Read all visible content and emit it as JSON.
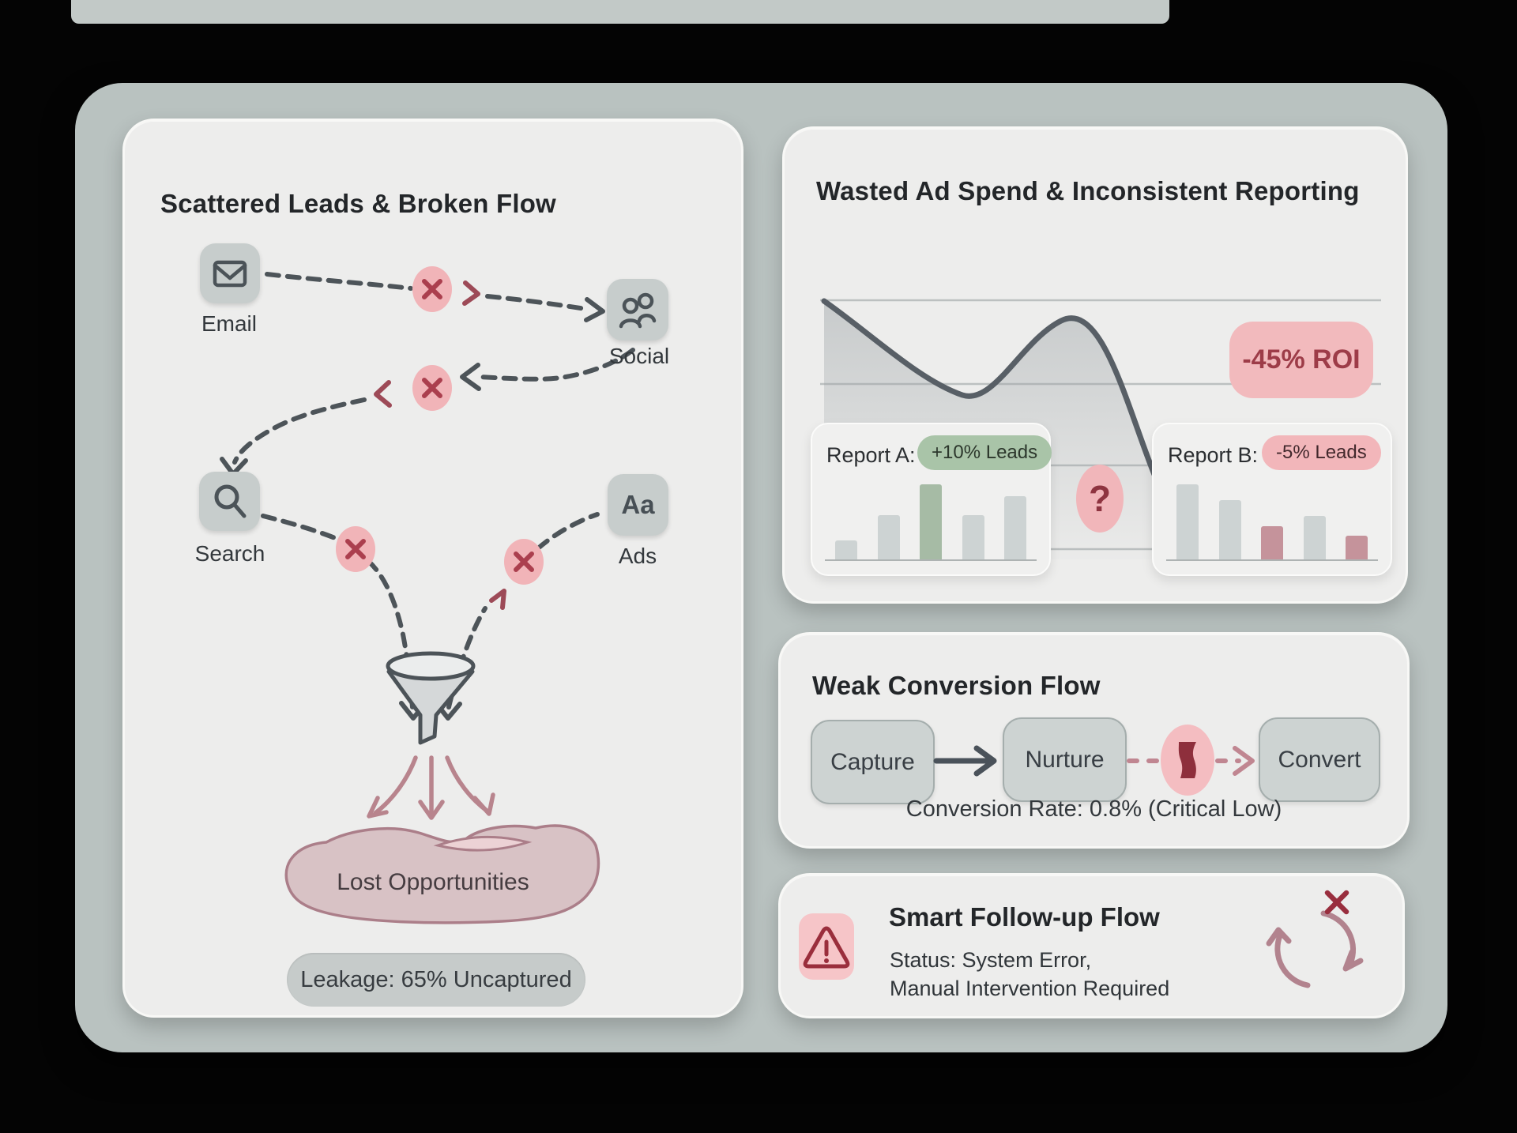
{
  "left_panel": {
    "title": "Scattered Leads & Broken Flow",
    "nodes": [
      {
        "id": "email",
        "label": "Email",
        "icon": "envelope-icon"
      },
      {
        "id": "social",
        "label": "Social",
        "icon": "people-icon"
      },
      {
        "id": "search",
        "label": "Search",
        "icon": "magnifier-icon"
      },
      {
        "id": "ads",
        "label": "Ads",
        "icon": "typography-icon",
        "glyph_text": "Aa"
      }
    ],
    "lost_label": "Lost Opportunities",
    "leakage_label": "Leakage: 65% Uncaptured"
  },
  "ad_panel": {
    "title": "Wasted Ad Spend & Inconsistent Reporting",
    "roi_badge": "-45% ROI",
    "question_mark": "?",
    "reports": [
      {
        "label": "Report A:",
        "badge": "+10% Leads",
        "badge_type": "positive",
        "bars": [
          {
            "h": 24,
            "c": "gray"
          },
          {
            "h": 56,
            "c": "gray"
          },
          {
            "h": 95,
            "c": "green"
          },
          {
            "h": 56,
            "c": "gray"
          },
          {
            "h": 80,
            "c": "gray"
          }
        ]
      },
      {
        "label": "Report B:",
        "badge": "-5% Leads",
        "badge_type": "negative",
        "bars": [
          {
            "h": 95,
            "c": "gray"
          },
          {
            "h": 75,
            "c": "gray"
          },
          {
            "h": 42,
            "c": "red"
          },
          {
            "h": 55,
            "c": "gray"
          },
          {
            "h": 30,
            "c": "red"
          }
        ]
      }
    ]
  },
  "conversion_panel": {
    "title": "Weak Conversion Flow",
    "steps": [
      "Capture",
      "Nurture",
      "Convert"
    ],
    "caption": "Conversion Rate: 0.8% (Critical Low)"
  },
  "followup_panel": {
    "title": "Smart Follow-up Flow",
    "status_line1": "Status: System Error,",
    "status_line2": "Manual Intervention Required"
  },
  "colors": {
    "canvas_black": "#040404",
    "container_bg": "#b9c2c0",
    "panel_bg": "#ededec",
    "tile_gray": "#c7cdcc",
    "ink_dark": "#232629",
    "stroke_gray": "#4d5459",
    "pink_badge_bg": "#f2b7ba",
    "red_accent": "#a93f4d",
    "dark_red": "#8e2f3c",
    "rose_arrow": "#b8848d",
    "green_badge_bg": "#a9c4a8",
    "bar_gray": "#cdd3d3",
    "bar_green": "#a6bba5",
    "bar_red": "#c5939b",
    "blob_fill": "#d8c2c5"
  },
  "chart_data": [
    {
      "id": "roi-trend",
      "type": "line",
      "title": "Wasted Ad Spend & Inconsistent Reporting",
      "annotation": "-45% ROI",
      "x": [
        0,
        1,
        2,
        3,
        4,
        5,
        6,
        7,
        8
      ],
      "values": [
        88,
        72,
        58,
        66,
        83,
        45,
        22,
        44,
        20
      ],
      "xlabel": "",
      "ylabel": "",
      "ylim": [
        0,
        100
      ],
      "grid": "4 horizontal gridlines, no tick labels",
      "legend_position": "none",
      "style": "gray area fill under declining curve ending in arrowhead"
    },
    {
      "id": "report-a",
      "type": "bar",
      "title": "Report A: +10% Leads",
      "categories": [
        "1",
        "2",
        "3",
        "4",
        "5"
      ],
      "values": [
        24,
        56,
        95,
        56,
        80
      ],
      "unit": "relative height (px)",
      "highlight": {
        "index": 2,
        "color": "green"
      },
      "grid": "off"
    },
    {
      "id": "report-b",
      "type": "bar",
      "title": "Report B: -5% Leads",
      "categories": [
        "1",
        "2",
        "3",
        "4",
        "5"
      ],
      "values": [
        95,
        75,
        42,
        55,
        30
      ],
      "unit": "relative height (px)",
      "highlight": {
        "indices": [
          2,
          4
        ],
        "color": "red"
      },
      "grid": "off"
    }
  ]
}
